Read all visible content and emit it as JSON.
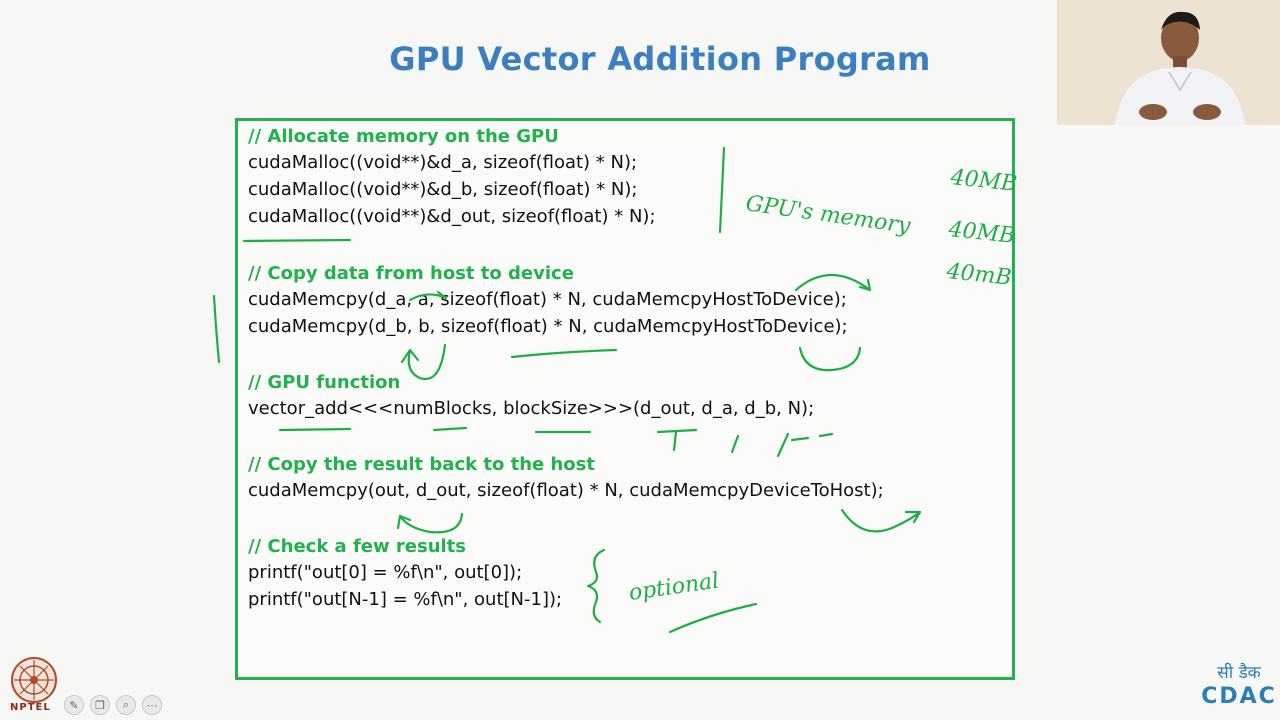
{
  "slide": {
    "title": "GPU Vector Addition Program",
    "sections": [
      {
        "comment": "// Allocate memory on the GPU",
        "lines": [
          "cudaMalloc((void**)&d_a, sizeof(float) * N);",
          "cudaMalloc((void**)&d_b, sizeof(float) * N);",
          "cudaMalloc((void**)&d_out, sizeof(float) * N);"
        ]
      },
      {
        "comment": "// Copy data from host to device",
        "lines": [
          "cudaMemcpy(d_a, a, sizeof(float) * N, cudaMemcpyHostToDevice);",
          "cudaMemcpy(d_b, b, sizeof(float) * N, cudaMemcpyHostToDevice);"
        ]
      },
      {
        "comment": "// GPU function",
        "lines": [
          "vector_add<<<numBlocks, blockSize>>>(d_out, d_a, d_b, N);"
        ]
      },
      {
        "comment": "// Copy the result back to the host",
        "lines": [
          "cudaMemcpy(out, d_out, sizeof(float) * N, cudaMemcpyDeviceToHost);"
        ]
      },
      {
        "comment": "// Check a few results",
        "lines": [
          "printf(\"out[0] = %f\\n\", out[0]);",
          "printf(\"out[N-1] = %f\\n\", out[N-1]);"
        ]
      }
    ],
    "annotations": {
      "gpu_memory": "GPU's memory",
      "size_1": "40MB",
      "size_2": "40MB",
      "size_3": "40mB",
      "optional": "optional"
    }
  },
  "branding": {
    "nptel": "NPTEL",
    "cdac_hindi": "सी डैक",
    "cdac_en": "CDAC"
  },
  "colors": {
    "title": "#3b7fc0",
    "accent_green": "#22b14c",
    "ink_green": "#1fae44"
  },
  "toolbar_icons": [
    "pen-icon",
    "copy-icon",
    "zoom-icon",
    "more-icon"
  ]
}
